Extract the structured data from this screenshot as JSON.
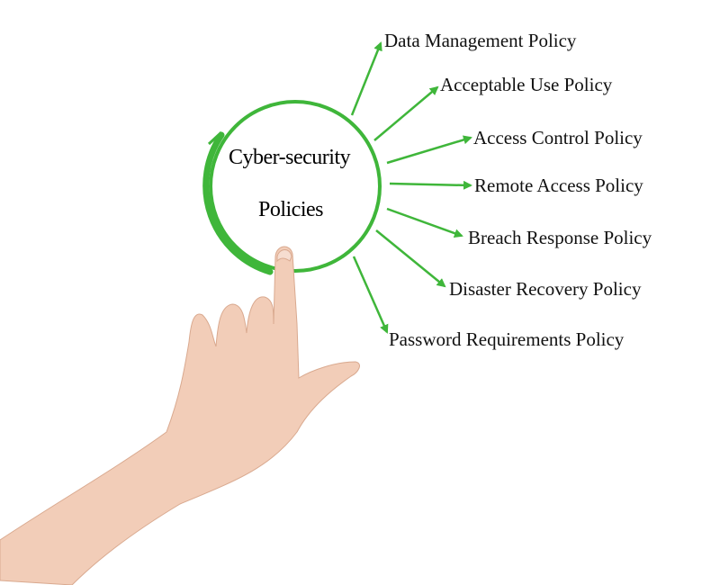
{
  "center": {
    "line1": "Cyber-security",
    "line2": "Policies"
  },
  "policies": [
    "Data Management Policy",
    "Acceptable Use Policy",
    "Access Control Policy",
    "Remote Access Policy",
    "Breach Response Policy",
    "Disaster Recovery Policy",
    "Password Requirements Policy"
  ],
  "colors": {
    "accent": "#3fb63a",
    "skin": "#f2cdb8"
  }
}
